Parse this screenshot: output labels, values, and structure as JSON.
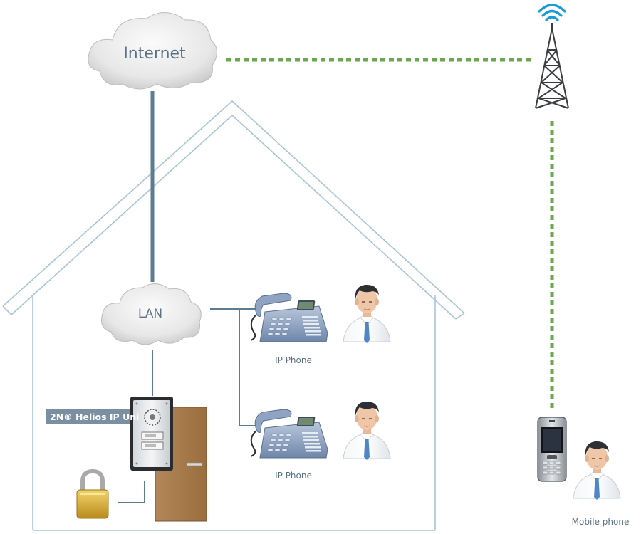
{
  "diagram": {
    "clouds": {
      "internet": {
        "label": "Internet"
      },
      "lan": {
        "label": "LAN"
      }
    },
    "devices": {
      "intercom": {
        "label": "2N® Helios IP Uni"
      },
      "ip_phone_1": {
        "label": "IP Phone"
      },
      "ip_phone_2": {
        "label": "IP Phone"
      },
      "mobile_phone": {
        "label": "Mobile phone"
      }
    },
    "icons": [
      "cloud-icon",
      "cell-tower-icon",
      "wifi-signal-icon",
      "ip-phone-icon",
      "person-icon",
      "intercom-icon",
      "door-icon",
      "padlock-icon",
      "mobile-phone-icon",
      "house-outline-icon"
    ],
    "colors": {
      "wired_link": "#5d7c90",
      "wireless_link": "#6aa84f",
      "house_outline": "#a9c4d6",
      "door": "#a57848",
      "wifi": "#1a9ad6"
    }
  }
}
